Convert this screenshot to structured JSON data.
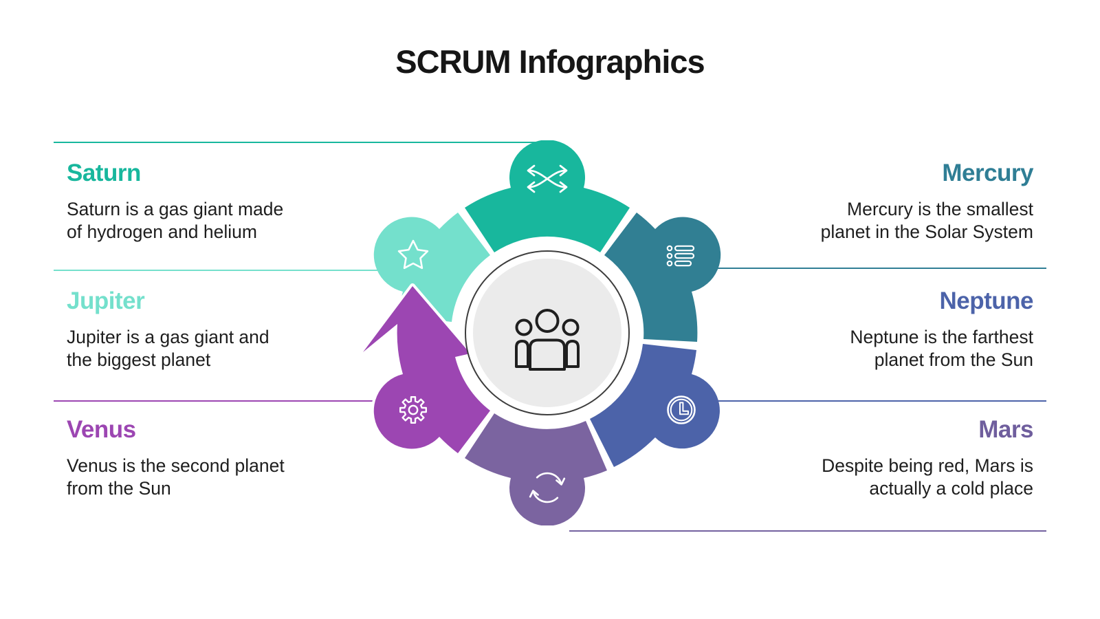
{
  "title": "SCRUM Infographics",
  "sections": [
    {
      "id": "saturn",
      "heading": "Saturn",
      "body_line1": "Saturn is a gas giant made",
      "body_line2": "of hydrogen and helium",
      "color": "#18B79D",
      "side": "left"
    },
    {
      "id": "jupiter",
      "heading": "Jupiter",
      "body_line1": "Jupiter is a gas giant and",
      "body_line2": "the biggest planet",
      "color": "#74E0CC",
      "side": "left"
    },
    {
      "id": "venus",
      "heading": "Venus",
      "body_line1": "Venus is the second planet",
      "body_line2": "from the Sun",
      "color": "#9C46B2",
      "side": "left"
    },
    {
      "id": "mercury",
      "heading": "Mercury",
      "body_line1": "Mercury is the smallest",
      "body_line2": "planet in the Solar System",
      "color": "#2F7E95",
      "side": "right"
    },
    {
      "id": "neptune",
      "heading": "Neptune",
      "body_line1": "Neptune is the farthest",
      "body_line2": "planet from the Sun",
      "color": "#4C63A9",
      "side": "right"
    },
    {
      "id": "mars",
      "heading": "Mars",
      "body_line1": "Despite being red, Mars is",
      "body_line2": "actually a cold place",
      "color": "#6F5E9D",
      "side": "right"
    }
  ],
  "wheel": {
    "center_icon": "team-icon",
    "center_bg": "#EBEBEB",
    "ring_color": "#3d3d3d",
    "segments": [
      {
        "position": "top",
        "icon": "shuffle-arrows-icon",
        "color": "#18B79D"
      },
      {
        "position": "top-right",
        "icon": "bullet-list-icon",
        "color": "#317F93"
      },
      {
        "position": "bottom-right",
        "icon": "clock-icon",
        "color": "#4C63A9"
      },
      {
        "position": "bottom",
        "icon": "refresh-cycle-icon",
        "color": "#7B64A0"
      },
      {
        "position": "left",
        "icon": "gear-icon",
        "color": "#9C46B2",
        "shape": "up-arrow"
      },
      {
        "position": "top-left",
        "icon": "star-icon",
        "color": "#74E0CC"
      }
    ]
  }
}
